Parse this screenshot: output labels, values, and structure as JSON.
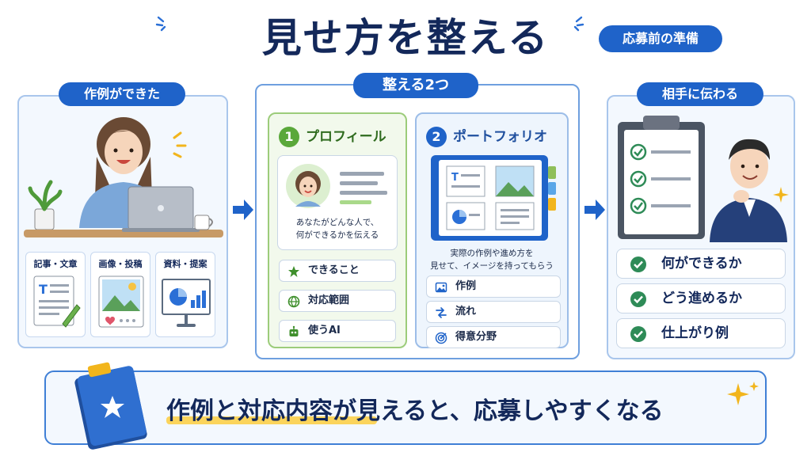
{
  "title": "見せ方を整える",
  "tag": "応募前の準備",
  "left": {
    "pill": "作例ができた",
    "cards": [
      {
        "label": "記事・文章",
        "icon": "document-pen-icon"
      },
      {
        "label": "画像・投稿",
        "icon": "image-post-icon"
      },
      {
        "label": "資料・提案",
        "icon": "presentation-chart-icon"
      }
    ]
  },
  "center": {
    "pill": "整える2つ",
    "profile": {
      "num": "1",
      "title": "プロフィール",
      "caption_line1": "あなたがどんな人で、",
      "caption_line2": "何ができるかを伝える",
      "items": [
        {
          "label": "できること",
          "icon": "star-icon"
        },
        {
          "label": "対応範囲",
          "icon": "globe-icon"
        },
        {
          "label": "使うAI",
          "icon": "robot-icon"
        }
      ]
    },
    "portfolio": {
      "num": "2",
      "title": "ポートフォリオ",
      "caption_line1": "実際の作例や進め方を",
      "caption_line2": "見せて、イメージを持ってもらう",
      "items": [
        {
          "label": "作例",
          "icon": "image-icon"
        },
        {
          "label": "流れ",
          "icon": "flow-arrows-icon"
        },
        {
          "label": "得意分野",
          "icon": "target-icon"
        }
      ]
    }
  },
  "right": {
    "pill": "相手に伝わる",
    "items": [
      {
        "label": "何ができるか",
        "icon": "check-circle-icon"
      },
      {
        "label": "どう進めるか",
        "icon": "check-circle-icon"
      },
      {
        "label": "仕上がり例",
        "icon": "check-circle-icon"
      }
    ]
  },
  "bottom": {
    "text": "作例と対応内容が見えると、応募しやすくなる"
  },
  "colors": {
    "primary": "#1f63c9",
    "navy": "#13285a",
    "green": "#5aa83a",
    "check_green": "#2e8b57",
    "highlight": "#fbd45c"
  }
}
